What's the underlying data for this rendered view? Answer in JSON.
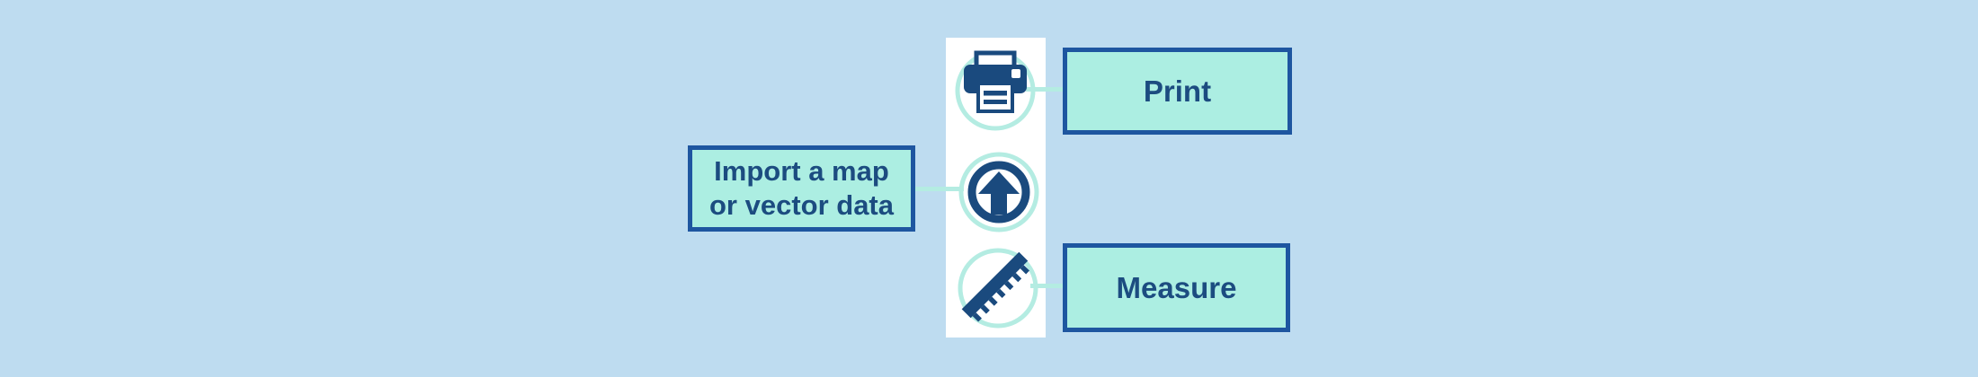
{
  "diagram": {
    "background_color": "#bedcf0",
    "toolbar_strip": {
      "background_color": "#ffffff"
    },
    "colors": {
      "icon_navy": "#1a4a7e",
      "box_border_navy": "#1e56a0",
      "label_text_navy": "#1c4c80",
      "box_fill_mint": "#aceee2",
      "connector_mint": "#b4ece2"
    },
    "tools": [
      {
        "name": "print",
        "icon": "printer-icon"
      },
      {
        "name": "import",
        "icon": "upload-icon"
      },
      {
        "name": "measure",
        "icon": "ruler-icon"
      }
    ],
    "callouts": {
      "print": {
        "label": "Print"
      },
      "import": {
        "line1": "Import a map",
        "line2": "or vector data"
      },
      "measure": {
        "label": "Measure"
      }
    }
  }
}
